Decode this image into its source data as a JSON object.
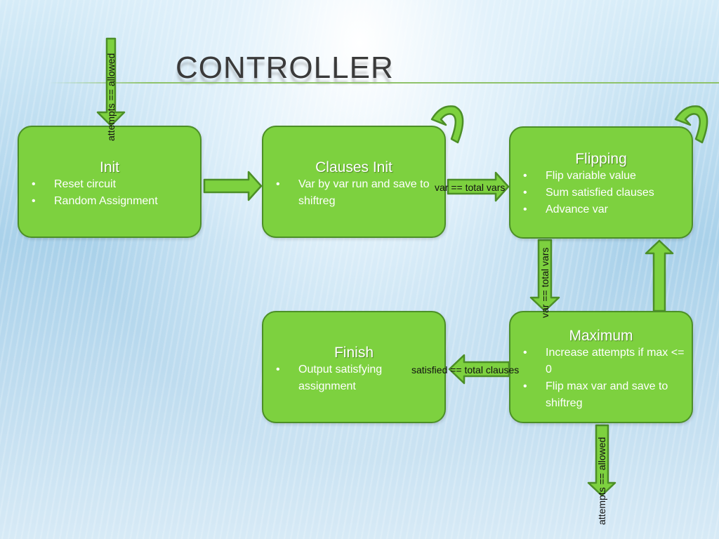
{
  "slide": {
    "title": "CONTROLLER"
  },
  "states": {
    "init": {
      "title": "Init",
      "bullets": [
        "Reset circuit",
        "Random Assignment"
      ]
    },
    "clauses_init": {
      "title": "Clauses Init",
      "bullets": [
        "Var by var run and save to shiftreg"
      ]
    },
    "flipping": {
      "title": "Flipping",
      "bullets": [
        "Flip variable value",
        "Sum satisfied clauses",
        "Advance var"
      ]
    },
    "finish": {
      "title": "Finish",
      "bullets": [
        "Output satisfying assignment"
      ]
    },
    "maximum": {
      "title": "Maximum",
      "bullets": [
        "Increase attempts if max <= 0",
        "Flip max var and save to shiftreg"
      ]
    }
  },
  "transitions": {
    "attempts_top": "attempts == allowed",
    "clauses_to_flipping": "var == total vars",
    "flipping_to_maximum": "var == total vars",
    "maximum_to_finish": "satisfied == total clauses",
    "attempts_bottom": "attempts == allowed"
  },
  "colors": {
    "state_fill": "#7dd13f",
    "state_border": "#4c8f27",
    "arrow_fill": "#7dd13f",
    "arrow_border": "#4c8f27",
    "title_text": "#3a3a3a",
    "state_text": "#ffffff"
  }
}
